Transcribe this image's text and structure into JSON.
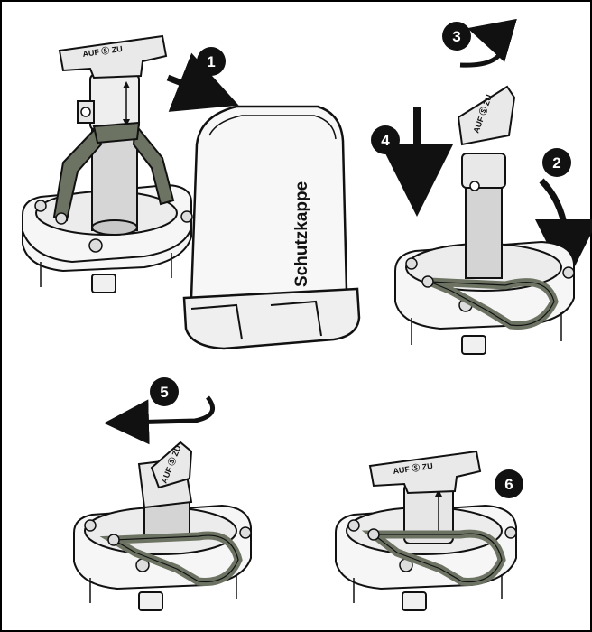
{
  "title": "",
  "cap_label": "Schutzkappe",
  "handle_text": "AUF Ⓢ ZU",
  "steps": [
    {
      "label": "1"
    },
    {
      "label": "2"
    },
    {
      "label": "3"
    },
    {
      "label": "4"
    },
    {
      "label": "5"
    },
    {
      "label": "6"
    }
  ],
  "colors": {
    "line": "#111111",
    "metal_light": "#f4f4f4",
    "metal_mid": "#d9d9d9",
    "metal_dark": "#b8b8b8",
    "fork_green": "#6d7363",
    "badge": "#111111",
    "arrow": "#111111"
  }
}
